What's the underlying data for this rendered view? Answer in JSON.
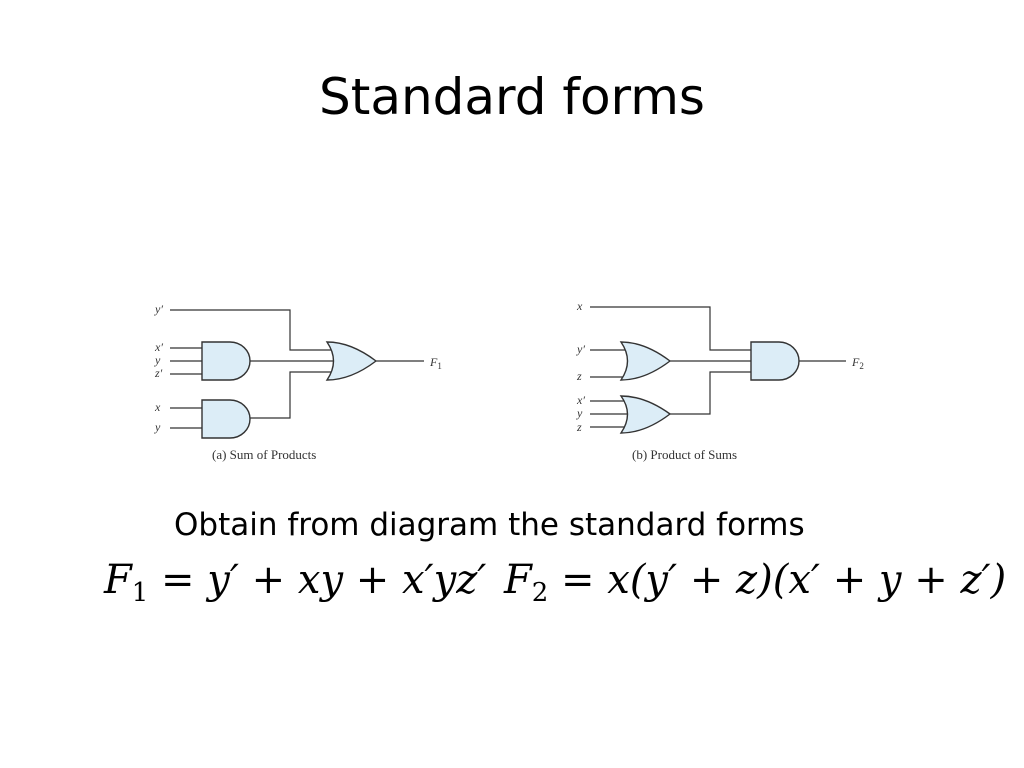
{
  "slide": {
    "title": "Standard forms",
    "instruction": "Obtain from diagram the standard forms"
  },
  "diagram_a": {
    "inputs": [
      "y′",
      "x′",
      "y",
      "z′",
      "x",
      "y"
    ],
    "output": "F",
    "output_sub": "1",
    "caption": "(a) Sum of Products"
  },
  "diagram_b": {
    "inputs": [
      "x",
      "y′",
      "z",
      "x′",
      "y",
      "z"
    ],
    "output": "F",
    "output_sub": "2",
    "caption": "(b) Product of Sums"
  },
  "equations": {
    "f1": {
      "name": "F",
      "sub": "1",
      "rhs": " = y′ + xy + x′yz′"
    },
    "f2": {
      "name": "F",
      "sub": "2",
      "rhs": " = x(y′ + z)(x′ + y + z′)"
    }
  },
  "colors": {
    "gate_fill": "#dcedf7",
    "line": "#333333"
  }
}
